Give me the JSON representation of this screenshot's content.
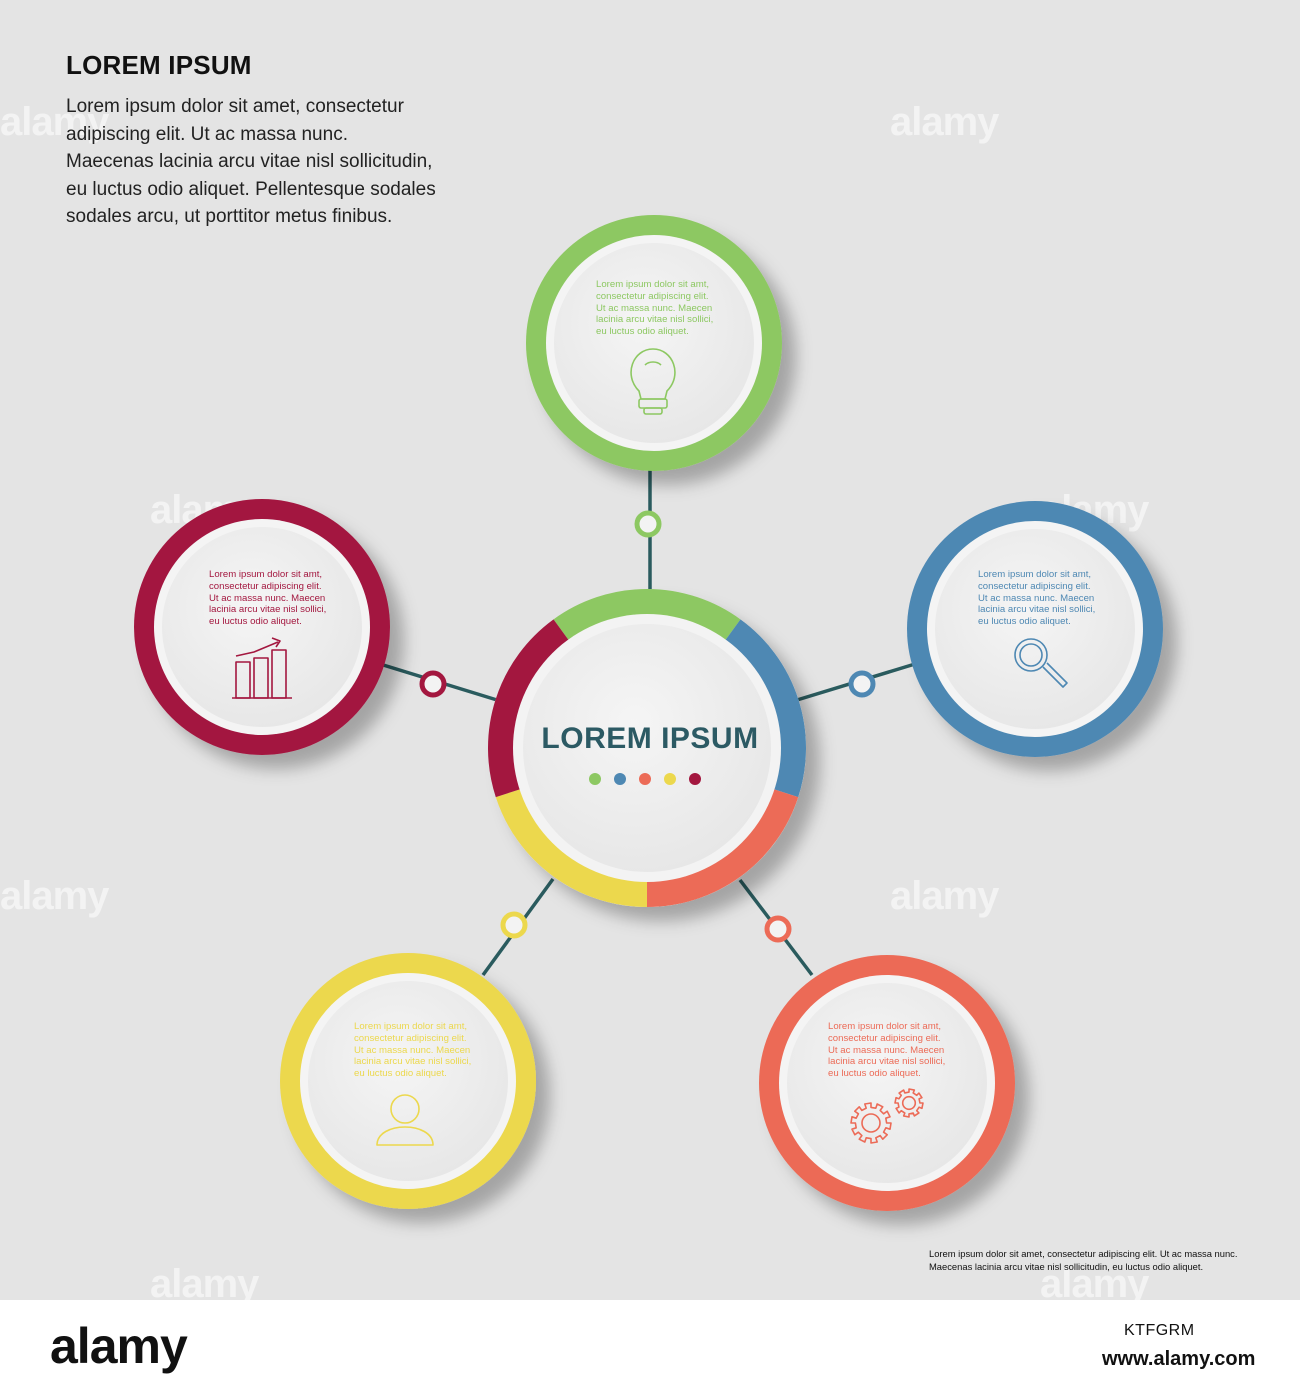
{
  "header": {
    "title": "LOREM IPSUM",
    "lines": [
      "Lorem ipsum dolor sit amet, consectetur",
      "adipiscing elit.  Ut ac massa nunc.",
      "Maecenas lacinia arcu vitae nisl sollicitudin,",
      "eu luctus odio aliquet. Pellentesque sodales",
      "sodales arcu,  ut porttitor metus finibus."
    ]
  },
  "center": {
    "title": "LOREM IPSUM",
    "dot_colors": [
      "#8dc862",
      "#4e88b3",
      "#ec6b57",
      "#ecd84d",
      "#a3173f"
    ]
  },
  "nodes": [
    {
      "color": "#8dc862",
      "icon": "lightbulb-icon",
      "lines": [
        "Lorem ipsum dolor sit amt,",
        "consectetur adipiscing elit.",
        "Ut ac massa nunc. Maecen",
        "lacinia arcu vitae nisl sollici,",
        "eu luctus odio aliquet."
      ]
    },
    {
      "color": "#4e88b3",
      "icon": "magnifier-icon",
      "lines": [
        "Lorem ipsum dolor sit amt,",
        "consectetur adipiscing elit.",
        "Ut ac massa nunc. Maecen",
        "lacinia arcu vitae nisl sollici,",
        "eu luctus odio aliquet."
      ]
    },
    {
      "color": "#ec6b57",
      "icon": "gears-icon",
      "lines": [
        "Lorem ipsum dolor sit amt,",
        "consectetur adipiscing elit.",
        "Ut ac massa nunc. Maecen",
        "lacinia arcu vitae nisl sollici,",
        "eu luctus odio aliquet."
      ]
    },
    {
      "color": "#ecd84d",
      "icon": "person-icon",
      "lines": [
        "Lorem ipsum dolor sit amt,",
        "consectetur adipiscing elit.",
        "Ut ac massa nunc. Maecen",
        "lacinia arcu vitae nisl sollici,",
        "eu luctus odio aliquet."
      ]
    },
    {
      "color": "#a3173f",
      "icon": "bar-chart-icon",
      "lines": [
        "Lorem ipsum dolor sit amt,",
        "consectetur adipiscing elit.",
        "Ut ac massa nunc. Maecen",
        "lacinia arcu vitae nisl sollici,",
        "eu luctus odio aliquet."
      ]
    }
  ],
  "connector_color": "#2a5b5e",
  "footnote": {
    "lines": [
      "Lorem ipsum dolor sit amet, consectetur adipiscing elit.  Ut ac massa nunc.",
      "Maecenas lacinia arcu vitae nisl sollicitudin,  eu luctus odio aliquet."
    ]
  },
  "watermark": {
    "text": "alamy",
    "brand": "alamy",
    "ref_code": "KTFGRM",
    "url": "www.alamy.com"
  }
}
